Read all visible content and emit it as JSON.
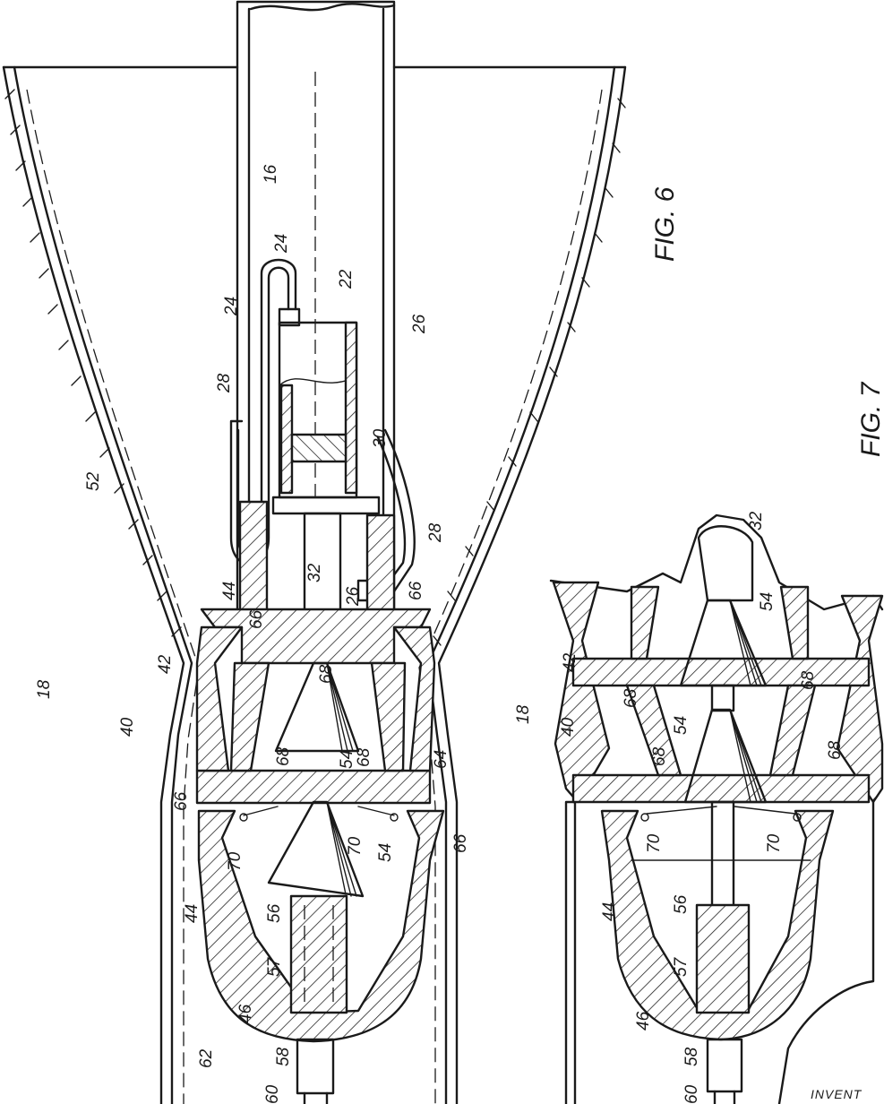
{
  "figures": {
    "fig6": {
      "title": "FIG. 6"
    },
    "fig7": {
      "title": "FIG. 7"
    }
  },
  "labels": {
    "fig6": {
      "l16": "16",
      "l24a": "24",
      "l24b": "24",
      "l22": "22",
      "l26a": "26",
      "l28a": "28",
      "l30": "30",
      "l28b": "28",
      "l52": "52",
      "l32": "32",
      "l26b": "26",
      "l44a": "44",
      "l66a": "66",
      "l66b": "66",
      "l42": "42",
      "l18": "18",
      "l68a": "68",
      "l40": "40",
      "l64": "64",
      "l54a": "54",
      "l68b": "68",
      "l68c": "68",
      "l66c": "66",
      "l66d": "66",
      "l70a": "70",
      "l70b": "70",
      "l54b": "54",
      "l44b": "44",
      "l56": "56",
      "l57": "57",
      "l46": "46",
      "l58": "58",
      "l60": "60",
      "l62": "62"
    },
    "fig7": {
      "l32": "32",
      "l54a": "54",
      "l42": "42",
      "l68a": "68",
      "l68b": "68",
      "l18": "18",
      "l40": "40",
      "l54b": "54",
      "l68c": "68",
      "l68d": "68",
      "l70a": "70",
      "l70b": "70",
      "l44": "44",
      "l56": "56",
      "l57": "57",
      "l46": "46",
      "l58": "58",
      "l60": "60"
    }
  },
  "footer": {
    "inventor_text": "INVENT"
  }
}
